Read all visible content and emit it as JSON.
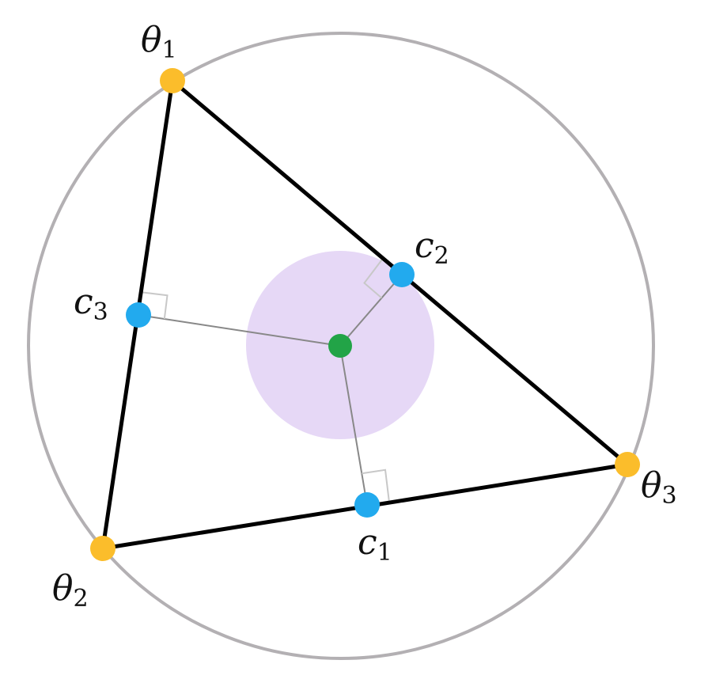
{
  "labels": {
    "theta1": {
      "main": "θ",
      "sub": "1"
    },
    "theta2": {
      "main": "θ",
      "sub": "2"
    },
    "theta3": {
      "main": "θ",
      "sub": "3"
    },
    "c1": {
      "main": "c",
      "sub": "1"
    },
    "c2": {
      "main": "c",
      "sub": "2"
    },
    "c3": {
      "main": "c",
      "sub": "3"
    }
  },
  "colors": {
    "circle": "#b3b0b3",
    "triangle": "#000000",
    "vertex": "#fbbd2b",
    "foot": "#22aaee",
    "center": "#22a447",
    "disk": "#e6d8f6",
    "perpendicular": "#888888",
    "right_angle": "#c8c8c8"
  }
}
